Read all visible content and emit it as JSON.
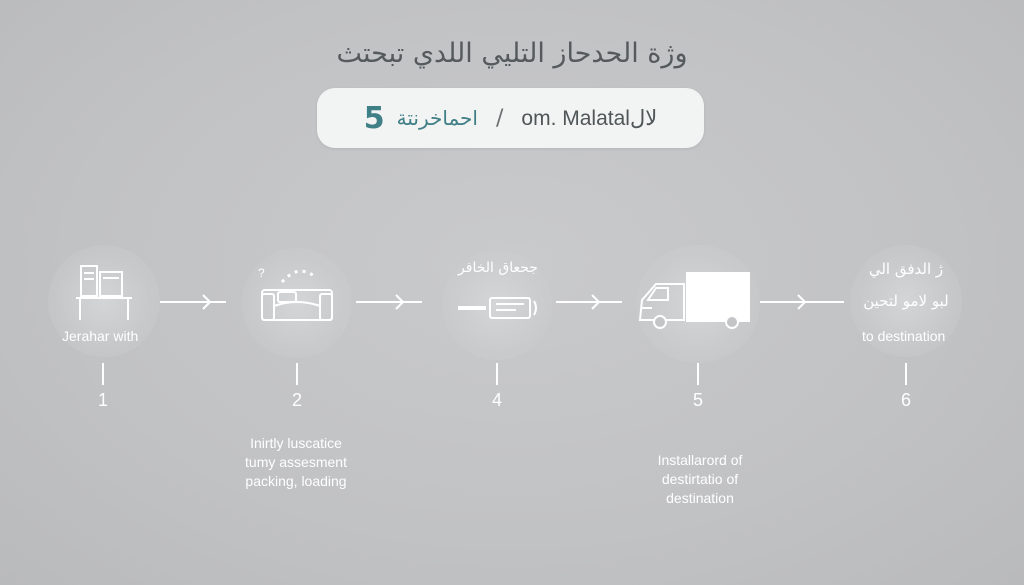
{
  "title": "وژة الحدحاز التليي اللدي تبحتث",
  "pill": {
    "number": "5",
    "arabic": "احماخرنتة",
    "separator": "/",
    "latin": "om. Malatalلال"
  },
  "steps": [
    {
      "number": "1",
      "label": "Jerahar with",
      "description": []
    },
    {
      "number": "2",
      "label": "",
      "marks": "?",
      "description": [
        "Inirtly luscatice",
        "tumy assesment",
        "packing, loading"
      ]
    },
    {
      "number": "4",
      "label": "جحعاق الخافر",
      "description": []
    },
    {
      "number": "5",
      "label": "",
      "description": [
        "Installarord of",
        "destirtatio of",
        "destination"
      ]
    },
    {
      "number": "6",
      "label_lines": [
        "ژ الدفق الي",
        "لبو لامو لتحين",
        "to destination"
      ],
      "description": []
    }
  ]
}
